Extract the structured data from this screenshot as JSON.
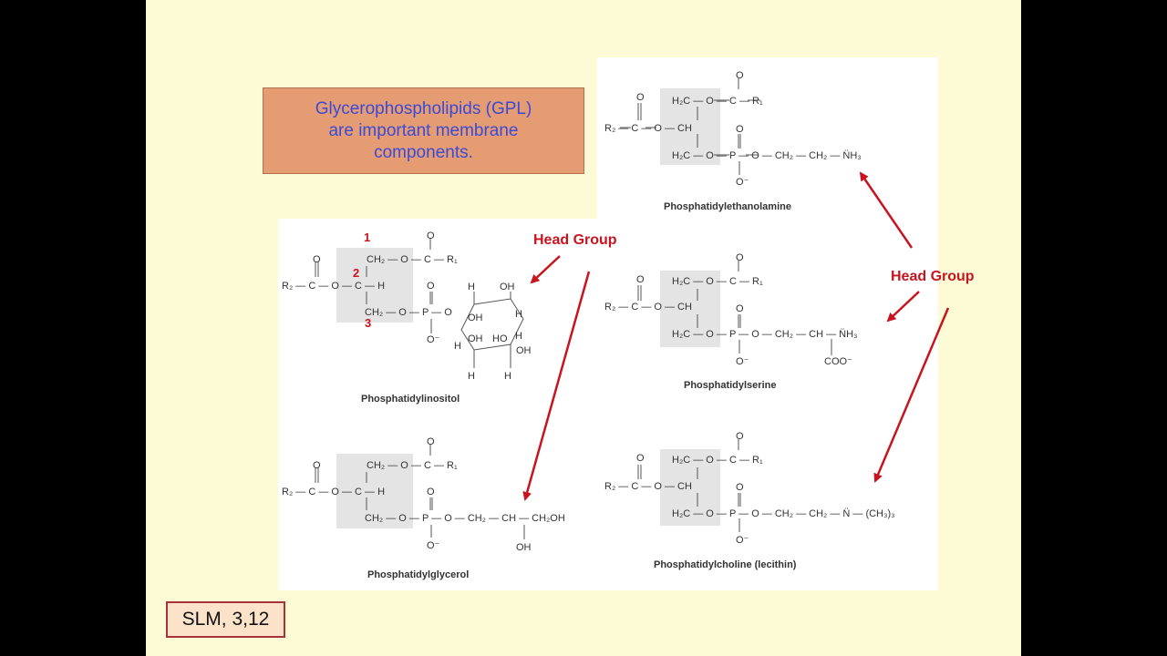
{
  "title": {
    "lines": [
      "Glycerophospholipids (GPL)",
      "are important membrane",
      "components."
    ]
  },
  "labels": {
    "head_group_left": "Head Group",
    "head_group_right": "Head Group",
    "carbon_numbers": [
      "1",
      "2",
      "3"
    ]
  },
  "molecules": {
    "inositol": "Phosphatidylinositol",
    "glycerol": "Phosphatidylglycerol",
    "ethanolamine": "Phosphatidylethanolamine",
    "serine": "Phosphatidylserine",
    "choline": "Phosphatidylcholine (lecithin)"
  },
  "footer": {
    "label": "SLM, 3,12"
  },
  "colors": {
    "slide_bg": "#fdfad6",
    "title_box": "#e59c72",
    "title_text": "#3a4ad8",
    "arrow_red": "#c8141e"
  }
}
